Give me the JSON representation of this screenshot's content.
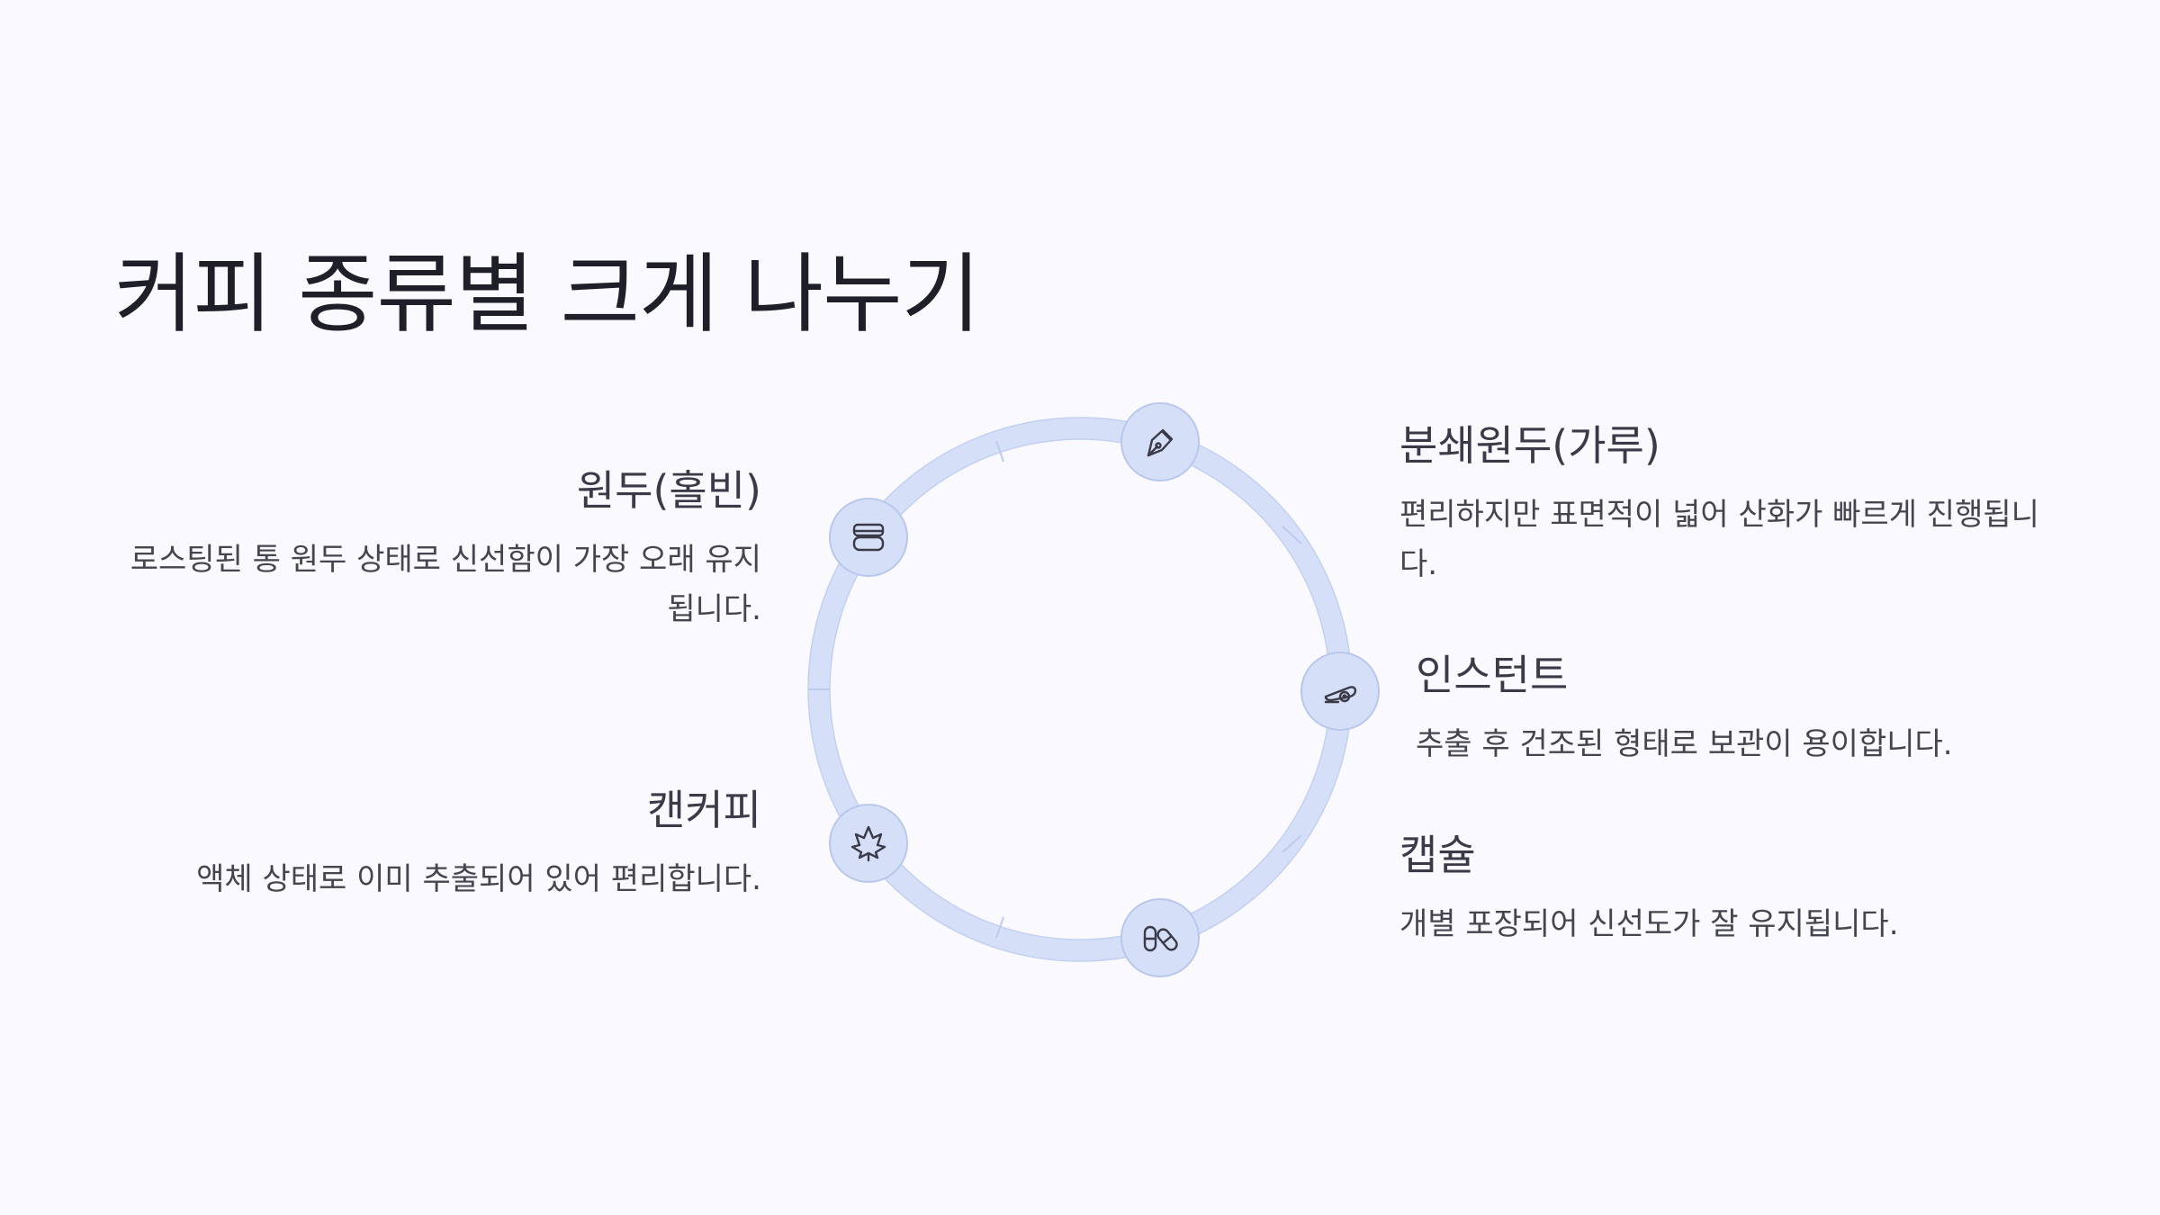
{
  "title": "커피 종류별 크게 나누기",
  "colors": {
    "background": "#f9f9fe",
    "ring": "#d5e0f8",
    "node_fill": "#d5e0f8",
    "text": "#3a3a48"
  },
  "items": {
    "whole_bean": {
      "heading": "원두(홀빈)",
      "body": "로스팅된 통 원두 상태로 신선함이 가장 오래 유지됩니다.",
      "icon": "bean-tin-icon"
    },
    "canned": {
      "heading": "캔커피",
      "body": "액체 상태로 이미 추출되어 있어 편리합니다.",
      "icon": "leaf-icon"
    },
    "ground": {
      "heading": "분쇄원두(가루)",
      "body": "편리하지만 표면적이 넓어 산화가 빠르게 진행됩니다.",
      "icon": "pen-nib-icon"
    },
    "instant": {
      "heading": "인스턴트",
      "body": "추출 후 건조된 형태로 보관이 용이합니다.",
      "icon": "cannon-icon"
    },
    "capsule": {
      "heading": "캡슐",
      "body": "개별 포장되어 신선도가 잘 유지됩니다.",
      "icon": "capsules-icon"
    }
  }
}
